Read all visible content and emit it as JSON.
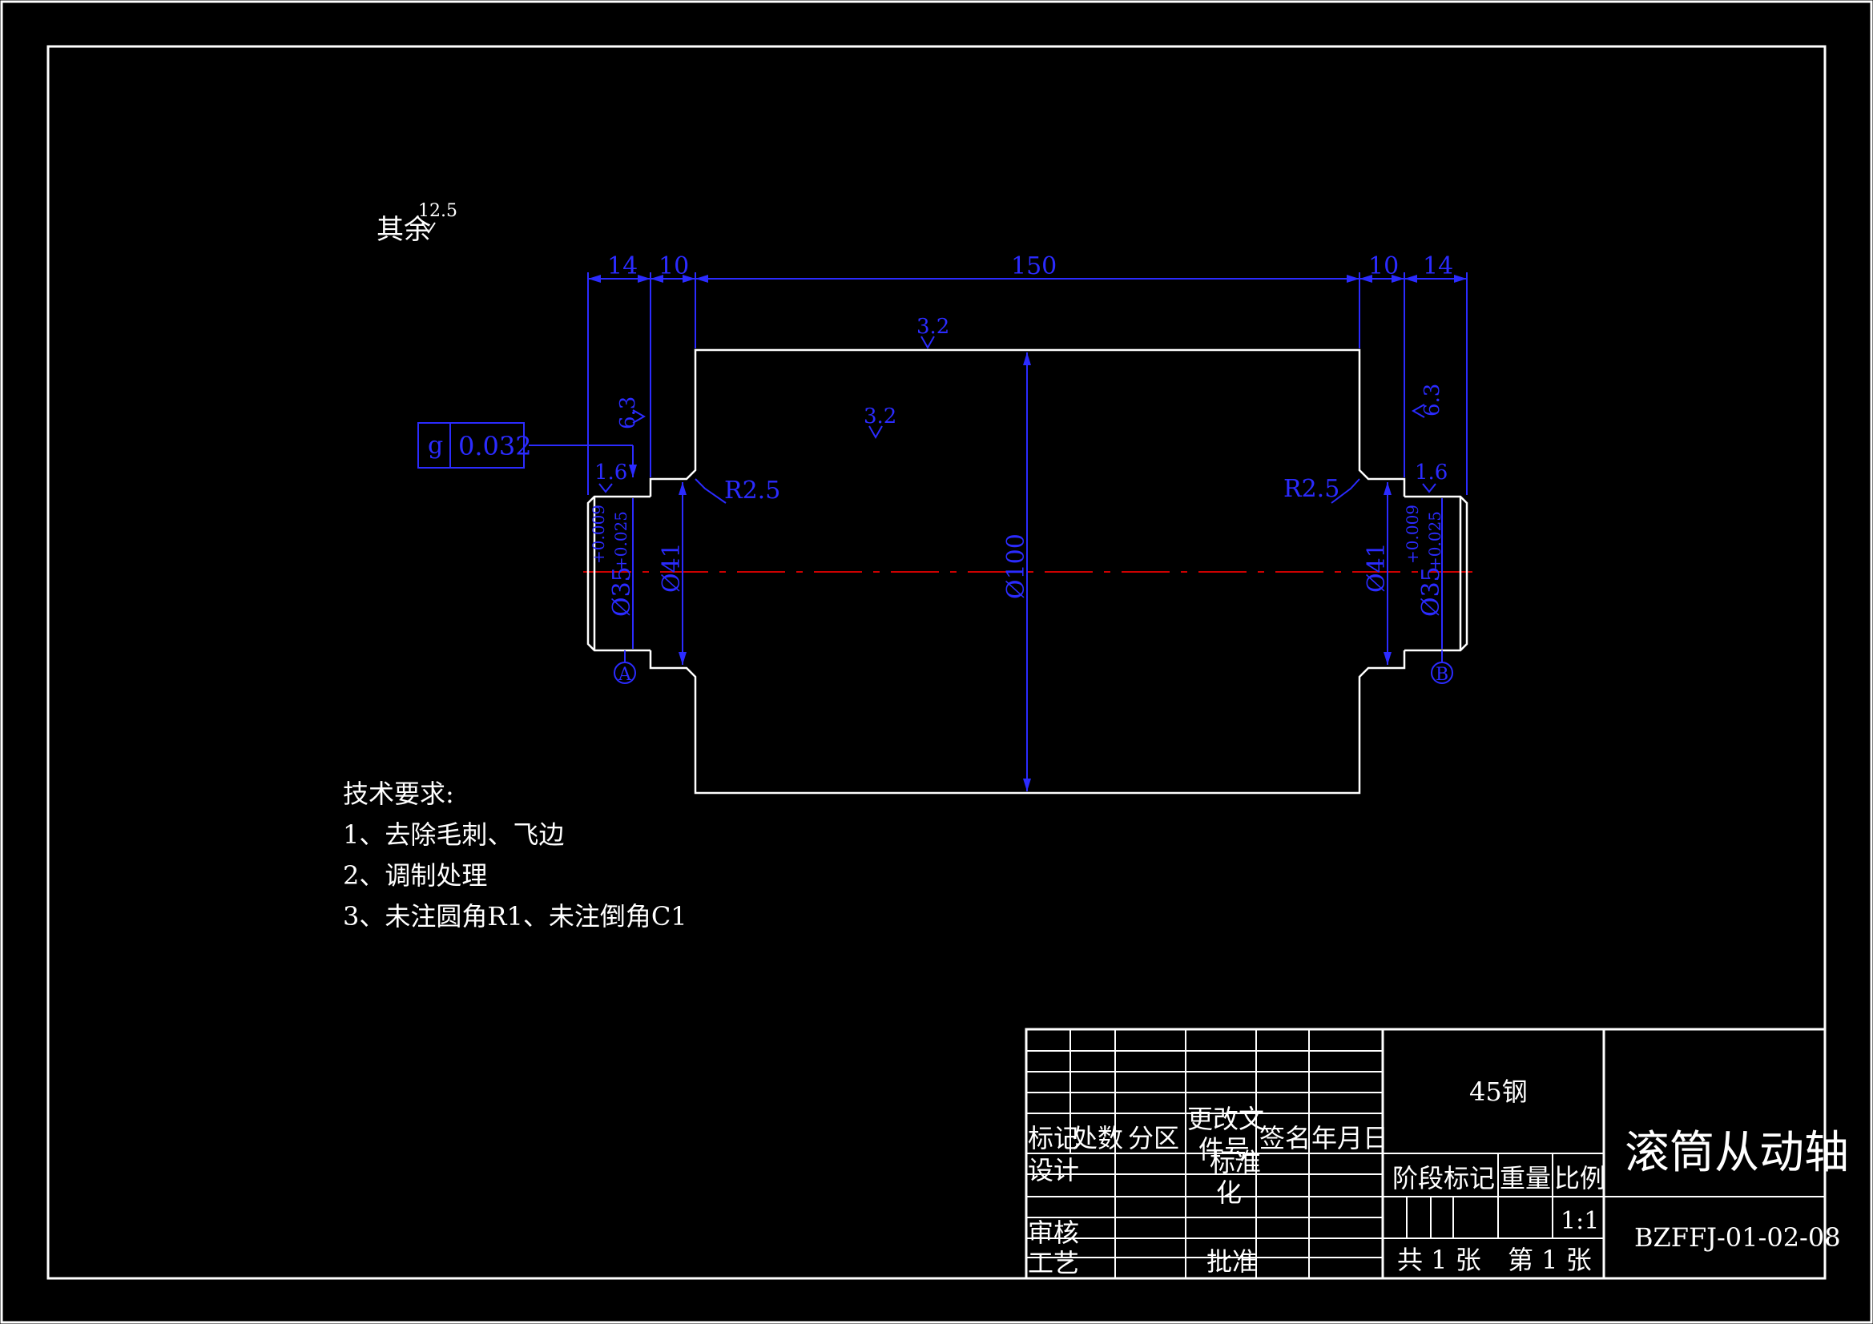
{
  "roughness_note": {
    "label": "其余",
    "value": "12.5"
  },
  "dimensions": {
    "d14_left": "14",
    "d10_left": "10",
    "d150": "150",
    "d10_right": "10",
    "d14_right": "14",
    "r_left": "R2.5",
    "r_right": "R2.5",
    "dia_main": "Ø100",
    "dia_shoulder_left": "Ø41",
    "dia_shoulder_right": "Ø41",
    "dia_journal_left": "Ø35",
    "dia_journal_right": "Ø35",
    "tol_upper": "+0.009",
    "tol_lower": "+0.025"
  },
  "surface_marks": {
    "top": "3.2",
    "center": "3.2",
    "left_end": "6.3",
    "right_end": "6.3",
    "left_journal": "1.6",
    "right_journal": "1.6"
  },
  "tolerance_frame": {
    "symbol": "g",
    "value": "0.032"
  },
  "datums": {
    "left": "A",
    "right": "B"
  },
  "technical_requirements": {
    "title": "技术要求:",
    "items": [
      "1、去除毛刺、飞边",
      "2、调制处理",
      "3、未注圆角R1、未注倒角C1"
    ]
  },
  "title_block": {
    "headers": {
      "mark": "标记",
      "count": "处数",
      "zone": "分区",
      "change_doc_1": "更改文",
      "change_doc_2": "件号",
      "signature": "签名",
      "date": "年月日"
    },
    "roles": {
      "design": "设计",
      "standardize_1": "标准",
      "standardize_2": "化",
      "review": "审核",
      "process": "工艺",
      "approve": "批准"
    },
    "material": "45钢",
    "stage_mark": "阶段标记",
    "weight": "重量",
    "scale_label": "比例",
    "scale": "1:1",
    "sheets_total": "共 1 张",
    "sheet_no": "第 1 张",
    "part_name": "滚筒从动轴",
    "drawing_number": "BZFFJ-01-02-08"
  },
  "colors": {
    "outline": "#ffffff",
    "dimension": "#2b2bff",
    "centerline": "#cc0000",
    "background": "#000000"
  }
}
